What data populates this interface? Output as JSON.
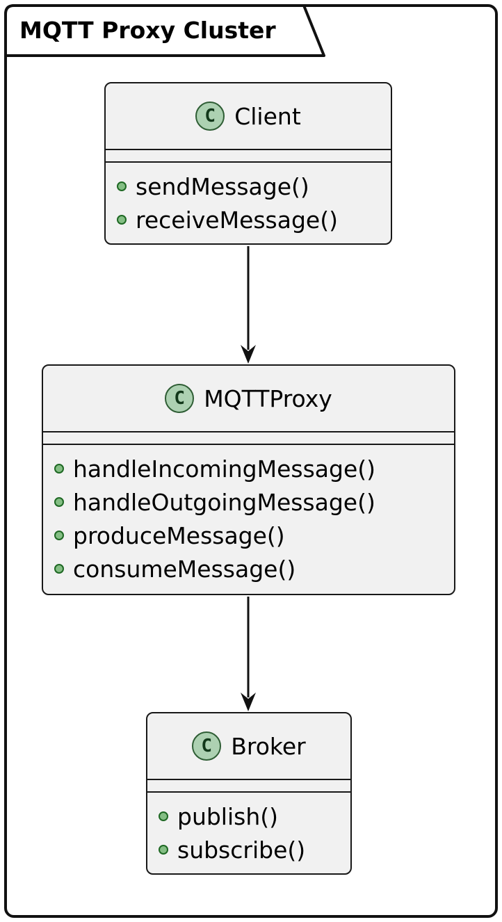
{
  "package": {
    "title": "MQTT Proxy Cluster"
  },
  "classes": [
    {
      "stereotype": "C",
      "name": "Client",
      "methods": [
        "sendMessage()",
        "receiveMessage()"
      ]
    },
    {
      "stereotype": "C",
      "name": "MQTTProxy",
      "methods": [
        "handleIncomingMessage()",
        "handleOutgoingMessage()",
        "produceMessage()",
        "consumeMessage()"
      ]
    },
    {
      "stereotype": "C",
      "name": "Broker",
      "methods": [
        "publish()",
        "subscribe()"
      ]
    }
  ],
  "arrows": [
    {
      "from": "Client",
      "to": "MQTTProxy"
    },
    {
      "from": "MQTTProxy",
      "to": "Broker"
    }
  ],
  "colors": {
    "class_fill": "#f1f1f1",
    "class_border": "#181818",
    "frame_border": "#111111",
    "stereotype_circle_fill": "#add1b2",
    "stereotype_circle_border": "#2e5d34",
    "method_bullet_fill": "#84be84",
    "method_bullet_border": "#1e6823",
    "background": "#ffffff"
  }
}
